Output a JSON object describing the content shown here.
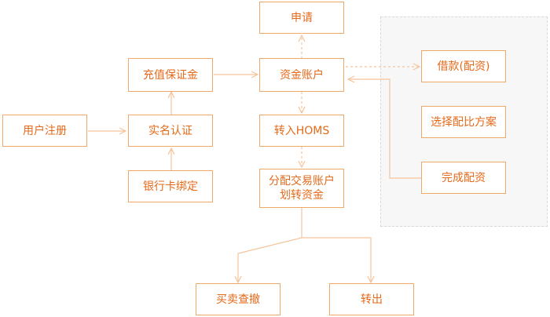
{
  "nodes": {
    "apply": "申请",
    "fund_account": "资金账户",
    "deposit_margin": "充值保证金",
    "real_name": "实名认证",
    "user_register": "用户注册",
    "bind_card": "银行卡绑定",
    "transfer_homs": "转入HOMS",
    "allocate": "分配交易账户\n划转资金",
    "trade": "买卖查撤",
    "transfer_out": "转出",
    "borrow": "借款(配资)",
    "choose_plan": "选择配比方案",
    "complete": "完成配资"
  },
  "colors": {
    "border": "#f0a868",
    "text": "#e46a1a",
    "line": "#f5c49a",
    "panel": "#f7f7f7"
  }
}
